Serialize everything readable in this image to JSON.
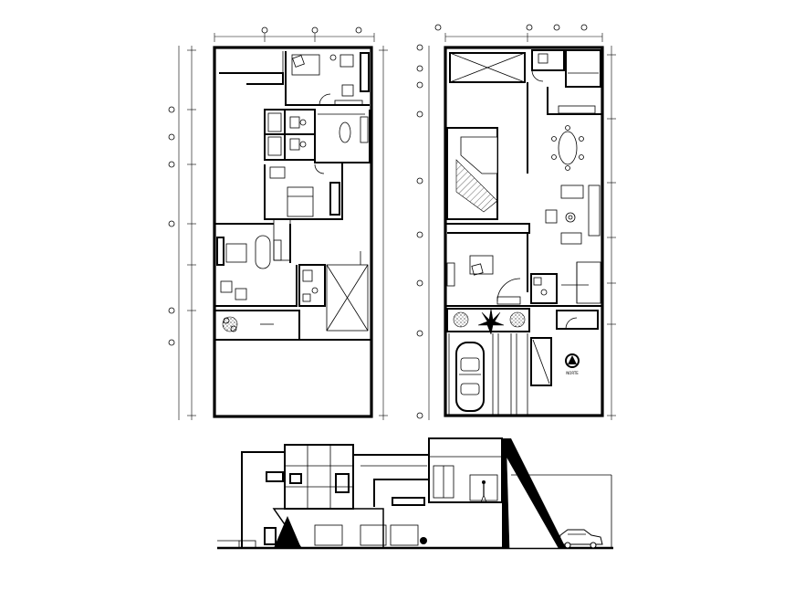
{
  "drawing": {
    "sheets": [
      {
        "id": "upper-floor-plan"
      },
      {
        "id": "ground-floor-plan"
      },
      {
        "id": "front-elevation"
      }
    ],
    "north_symbol": {
      "label": "NORTE"
    },
    "colors": {
      "ink": "#000000",
      "paper": "#ffffff",
      "hatch": "#000000"
    },
    "icons": [
      "north-arrow-icon",
      "car-icon",
      "tree-icon",
      "plant-icon",
      "person-icon"
    ]
  }
}
